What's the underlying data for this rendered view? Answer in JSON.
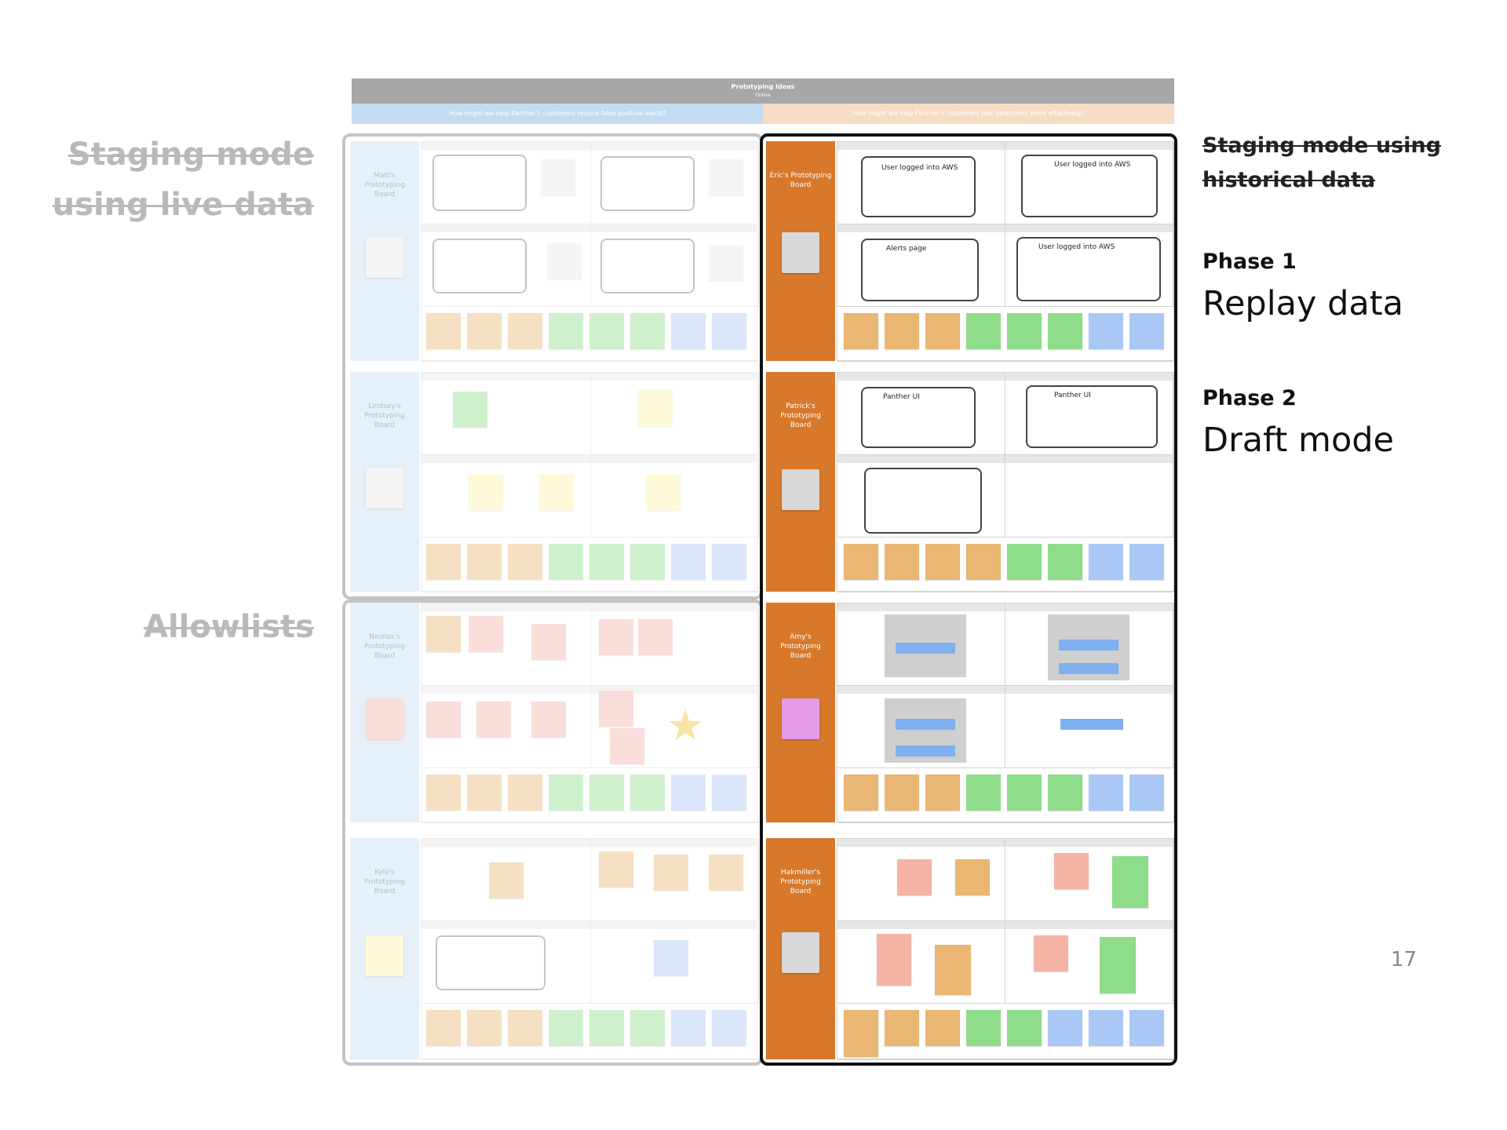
{
  "slide": {
    "left_labels": {
      "label_1_line_1": "Staging mode",
      "label_1_line_2": "using live data",
      "label_2": "Allowlists"
    },
    "right_notes": {
      "struck_line_1": "Staging mode using",
      "struck_line_2": "historical data",
      "phase_1_heading": "Phase 1",
      "phase_1_text": "Replay data",
      "phase_2_heading": "Phase 2",
      "phase_2_text": "Draft mode"
    },
    "page_number": "17"
  },
  "board": {
    "title": "Prototyping Ideas",
    "subtitle": "Online",
    "question_left": "How might we help Panther's customers reduce false positive alerts?",
    "question_right": "How might we help Panther's customers test detections more effectively?"
  },
  "left_boards": [
    {
      "name": "Matt's Prototyping Board"
    },
    {
      "name": "Lindsey's Prototyping Board"
    },
    {
      "name": "Nicolas's Prototyping Board"
    },
    {
      "name": "Kyle's Prototyping Board"
    }
  ],
  "right_boards": [
    {
      "name": "Eric's Prototyping Board",
      "sketch_1": "User logged into AWS",
      "sketch_2": "User logged into AWS",
      "sketch_3": "Alerts page",
      "sketch_4": "User logged into AWS"
    },
    {
      "name": "Patrick's Prototyping Board",
      "sketch_1": "Panther UI",
      "sketch_2": "Panther UI"
    },
    {
      "name": "Amy's Prototyping Board"
    },
    {
      "name": "Hakmiller's Prototyping Board"
    }
  ],
  "colors": {
    "tab_blue": "#c3dcf1",
    "tab_orange": "#d7782a",
    "outline_gray": "#c4c4c4",
    "outline_black": "#111111",
    "sticky_orange": "#eab673",
    "sticky_green": "#8fdc8a",
    "sticky_blue": "#a9c8f5",
    "sticky_pink": "#f5b3a6",
    "sticky_yellow": "#fbf1a5"
  }
}
